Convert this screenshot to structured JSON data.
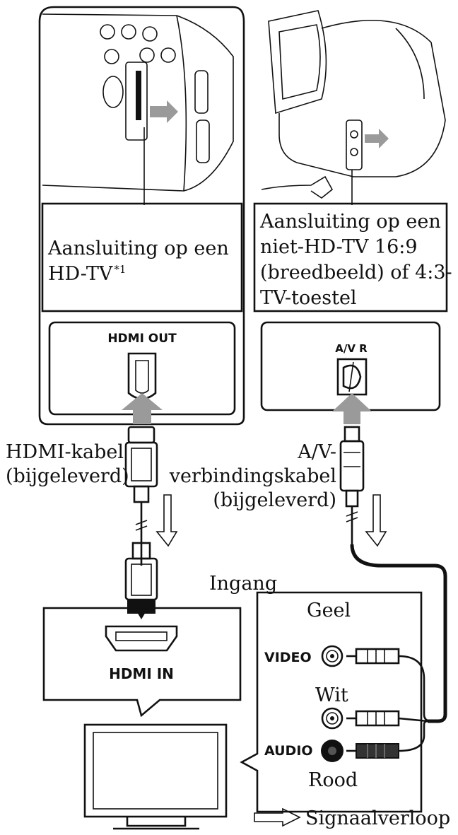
{
  "labels": {
    "hd_tv": "Aansluiting op een HD-TV",
    "hd_tv_line1": "Aansluiting op een",
    "hd_tv_line2": "HD-TV",
    "hd_tv_footnote": "*1",
    "non_hd_line1": "Aansluiting op een",
    "non_hd_line2": "niet-HD-TV 16:9",
    "non_hd_line3": "(breedbeeld) of 4:3-",
    "non_hd_line4": "TV-toestel",
    "hdmi_out": "HDMI OUT",
    "av_r": "A/V R",
    "hdmi_cable_line1": "HDMI-kabel",
    "hdmi_cable_line2": "(bijgeleverd)",
    "av_cable_line1": "A/V-",
    "av_cable_line2": "verbindingskabel",
    "av_cable_line3": "(bijgeleverd)",
    "input": "Ingang",
    "hdmi_in": "HDMI IN",
    "video": "VIDEO",
    "audio": "AUDIO",
    "yellow": "Geel",
    "white": "Wit",
    "red": "Rood",
    "signal_flow": "Signaalverloop"
  },
  "colors": {
    "ink": "#111111",
    "arrow_grey": "#9a9a9a",
    "light_grey": "#d8d8d8"
  }
}
